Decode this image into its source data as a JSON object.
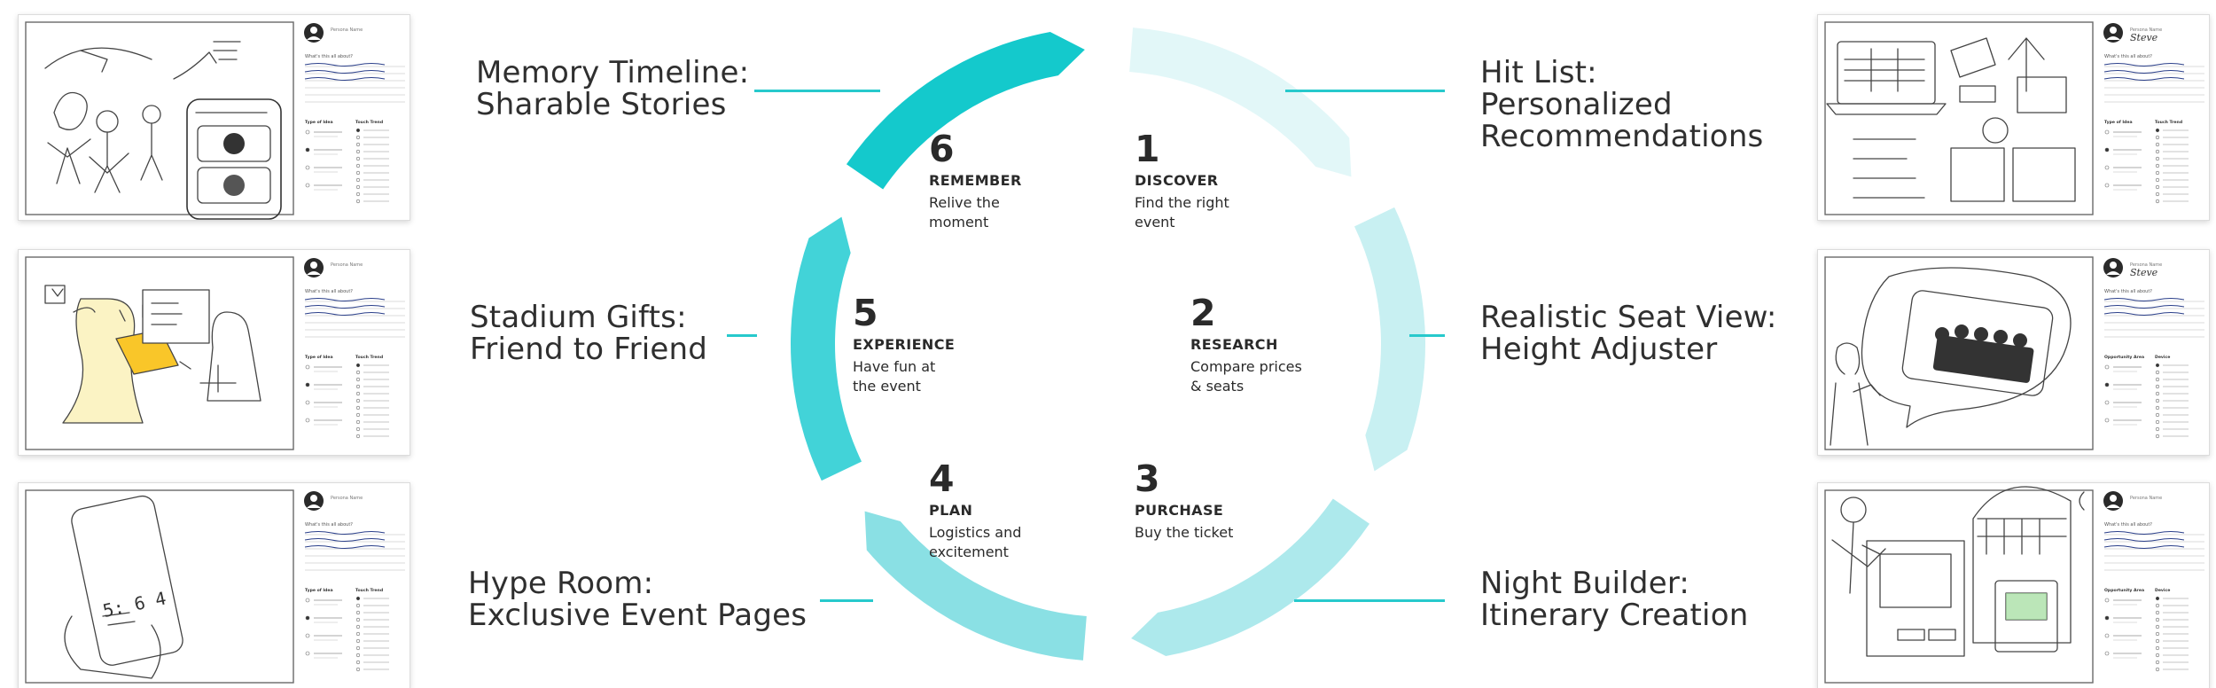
{
  "colors": {
    "accent": "#27c9cc",
    "segment_1": "#e2f7f8",
    "segment_2": "#c8f0f2",
    "segment_3": "#ade9ec",
    "segment_4": "#8ae0e4",
    "segment_5": "#42d3d8",
    "segment_6": "#14c9cc",
    "text": "#2f2f2f"
  },
  "stages": [
    {
      "number": "1",
      "name": "DISCOVER",
      "description": "Find the right\nevent"
    },
    {
      "number": "2",
      "name": "RESEARCH",
      "description": "Compare prices\n& seats"
    },
    {
      "number": "3",
      "name": "PURCHASE",
      "description": "Buy the ticket"
    },
    {
      "number": "4",
      "name": "PLAN",
      "description": "Logistics and\nexcitement"
    },
    {
      "number": "5",
      "name": "EXPERIENCE",
      "description": "Have fun at\nthe event"
    },
    {
      "number": "6",
      "name": "REMEMBER",
      "description": "Relive the\nmoment"
    }
  ],
  "concepts": {
    "memory_timeline": {
      "line1": "Memory Timeline:",
      "line2": "Sharable Stories"
    },
    "stadium_gifts": {
      "line1": "Stadium Gifts:",
      "line2": "Friend to Friend"
    },
    "hype_room": {
      "line1": "Hype Room:",
      "line2": "Exclusive Event Pages"
    },
    "hit_list": {
      "line1": "Hit List:",
      "line2": "Personalized",
      "line3": "Recommendations"
    },
    "seat_view": {
      "line1": "Realistic Seat View:",
      "line2": "Height Adjuster"
    },
    "night_builder": {
      "line1": "Night Builder:",
      "line2": "Itinerary Creation"
    }
  },
  "sketch_cards": {
    "memory_timeline": {
      "persona": "Persona Name",
      "prompt": "What's this all about?",
      "type_heading": "Type of Idea",
      "touch_heading": "Touch Trend"
    },
    "stadium_gifts": {
      "persona": "Persona Name",
      "prompt": "What's this all about?",
      "type_heading": "Type of Idea",
      "touch_heading": "Touch Trend"
    },
    "hype_room": {
      "persona": "Persona Name",
      "prompt": "What's this all about?",
      "type_heading": "Type of Idea",
      "touch_heading": "Touch Trend"
    },
    "hit_list": {
      "persona": "Persona Name",
      "persona_value": "Steve",
      "prompt": "What's this all about?",
      "type_heading": "Type of Idea",
      "touch_heading": "Touch Trend"
    },
    "seat_view": {
      "persona": "Persona Name",
      "persona_value": "Steve",
      "prompt": "What's this all about?",
      "type_heading": "Opportunity Area",
      "touch_heading": "Device"
    },
    "night_builder": {
      "persona": "Persona Name",
      "prompt": "What's this all about?",
      "type_heading": "Opportunity Area",
      "touch_heading": "Device"
    }
  }
}
